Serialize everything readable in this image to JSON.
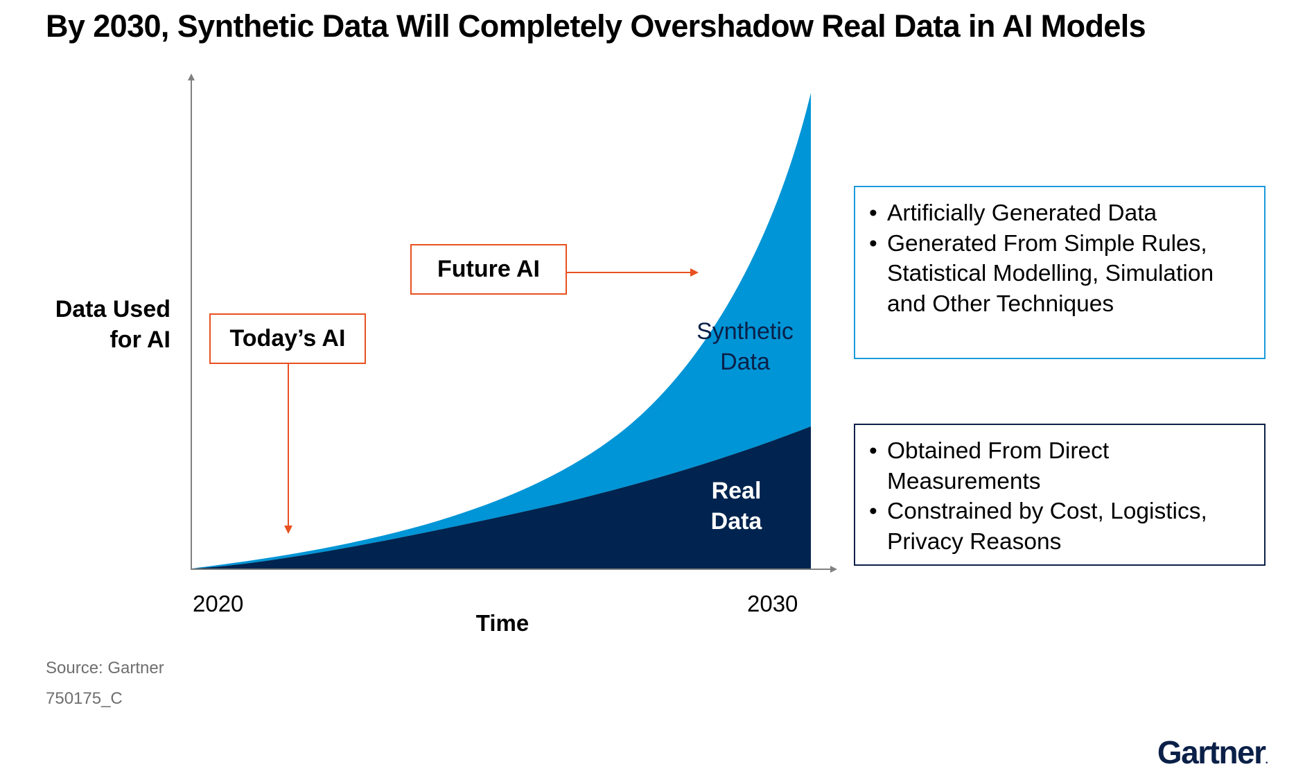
{
  "title": "By 2030,  Synthetic Data Will Completely Overshadow Real Data in AI Models",
  "chart_data": {
    "type": "area",
    "stacked": true,
    "x": [
      2020,
      2030
    ],
    "xlabel": "Time",
    "ylabel": "Data Used for AI",
    "tick_labels": [
      "2020",
      "2030"
    ],
    "series": [
      {
        "name": "Real Data",
        "color": "#00244f"
      },
      {
        "name": "Synthetic Data",
        "color": "#0095d6"
      }
    ],
    "colors": {
      "axis": "#808080",
      "callout": "#e8501f"
    }
  },
  "ylabel_lines": [
    "Data Used",
    "for AI"
  ],
  "series_labels": {
    "synthetic": [
      "Synthetic",
      "Data"
    ],
    "real": [
      "Real",
      "Data"
    ]
  },
  "callouts": {
    "today": "Today’s AI",
    "future": "Future AI"
  },
  "info_boxes": {
    "synthetic": {
      "lines": [
        "Artificially Generated Data",
        "Generated From Simple Rules, Statistical Modelling, Simulation and Other Techniques"
      ]
    },
    "real": {
      "lines": [
        "Obtained From Direct Measurements",
        "Constrained by Cost, Logistics, Privacy Reasons"
      ]
    }
  },
  "source": "Source: Gartner",
  "doc_id": "750175_C",
  "logo": {
    "text": "Gartner",
    "mark": "."
  }
}
